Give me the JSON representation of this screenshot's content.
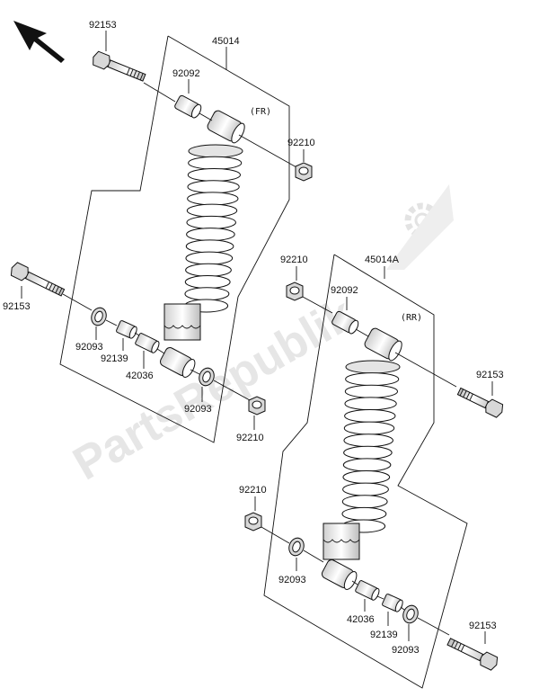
{
  "watermark": {
    "text": "PartsRepublik"
  },
  "front": {
    "tag": "(FR)",
    "labels": {
      "assembly": "45014",
      "bolt_top": "92153",
      "collar_top": "92092",
      "nut_top": "92210",
      "bolt_left": "92153",
      "washer_bottom": "92093",
      "collar_bottom": "92139",
      "bush_bottom": "42036",
      "washer_right": "92093",
      "nut_bottom": "92210"
    }
  },
  "rear": {
    "tag": "(RR)",
    "labels": {
      "assembly": "45014A",
      "nut_top": "92210",
      "collar_top": "92092",
      "bolt_right": "92153",
      "nut_left": "92210",
      "washer_left": "92093",
      "bush_bottom": "42036",
      "collar_bottom": "92139",
      "washer_bottom": "92093",
      "bolt_bottom": "92153"
    }
  }
}
